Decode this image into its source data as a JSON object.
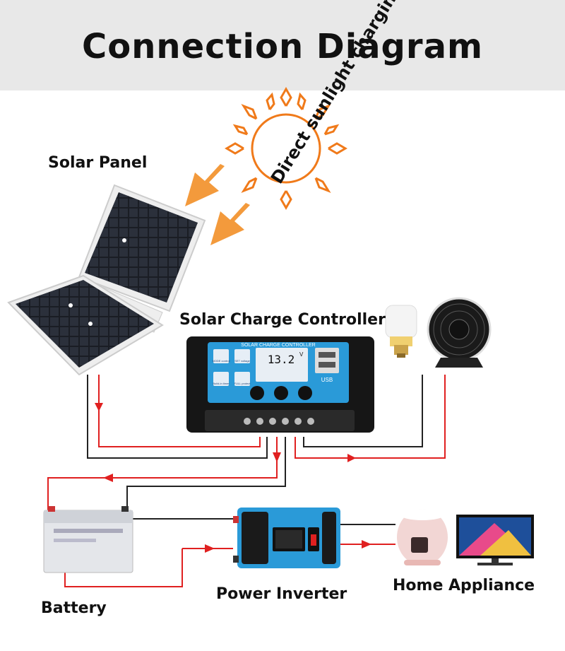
{
  "title": "Connection Diagram",
  "labels": {
    "solar_panel": "Solar Panel",
    "sunlight": "Direct sunlight charging",
    "controller": "Solar Charge Controller",
    "battery": "Battery",
    "inverter": "Power Inverter",
    "appliance": "Home Appliance"
  },
  "controller_screen": {
    "header": "SOLAR CHARGE CONTROLLER",
    "reading": "13.2",
    "unit": "V",
    "btn_mode": "MODE control",
    "btn_set": "SET voltage",
    "btn_build": "Build-in timer",
    "btn_full": "FULL protect",
    "usb": "USB"
  },
  "colors": {
    "wire_positive": "#e02020",
    "wire_negative": "#222222",
    "sun": "#f07a1a",
    "controller_screen": "#2a9ad8",
    "header_bg": "#e8e8e8"
  }
}
